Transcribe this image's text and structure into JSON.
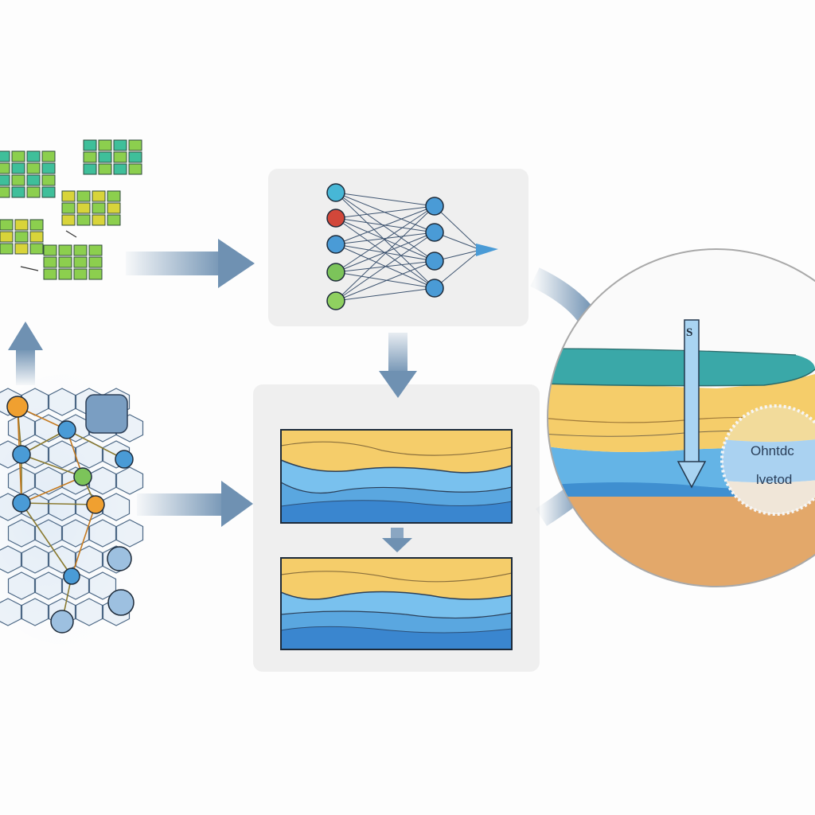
{
  "colors": {
    "background": "#fdfdfd",
    "panel": "#efefef",
    "arrow": "#6f91b2",
    "node_blue": "#4a9bd6",
    "node_red": "#d2473a",
    "node_green": "#7cc45a",
    "node_orange": "#f0a030",
    "node_cyan": "#47b7d6",
    "grid_teal": "#3fbf9a",
    "grid_green": "#8ccf4e",
    "grid_yellow": "#d8d43a",
    "layer_teal": "#3aa8a8",
    "layer_yellow": "#f5cd6a",
    "layer_blue": "#64b4e6",
    "layer_deep_blue": "#3a86cf",
    "layer_sand": "#e3a86a"
  },
  "icons": {
    "grid_data": "grid-cells-icon",
    "mesh_graph": "mesh-graph-icon",
    "neural_network": "neural-network-icon",
    "seismic_section": "seismic-section-icon",
    "layered_earth": "layered-earth-icon",
    "down_arrow_marker": "down-arrow-icon"
  },
  "zoom_inset": {
    "line1": "Ohntdc",
    "line2": "lvetod"
  },
  "borehole_label": "S"
}
